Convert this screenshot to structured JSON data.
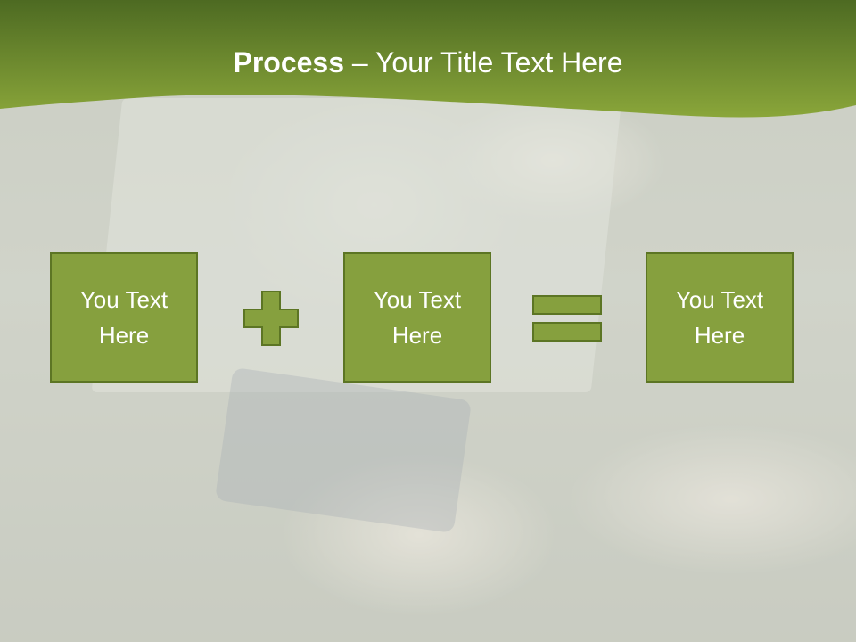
{
  "header": {
    "title_bold": "Process",
    "title_rest": " – Your Title Text Here"
  },
  "process": {
    "boxes": [
      {
        "line1": "You Text",
        "line2": "Here"
      },
      {
        "line1": "You Text",
        "line2": "Here"
      },
      {
        "line1": "You Text",
        "line2": "Here"
      }
    ],
    "operators": [
      "plus-icon",
      "equals-icon"
    ]
  },
  "colors": {
    "header_dark": "#4d6a22",
    "header_light": "#8aa63a",
    "box_fill": "#86a03e",
    "box_border": "#5c7524"
  }
}
